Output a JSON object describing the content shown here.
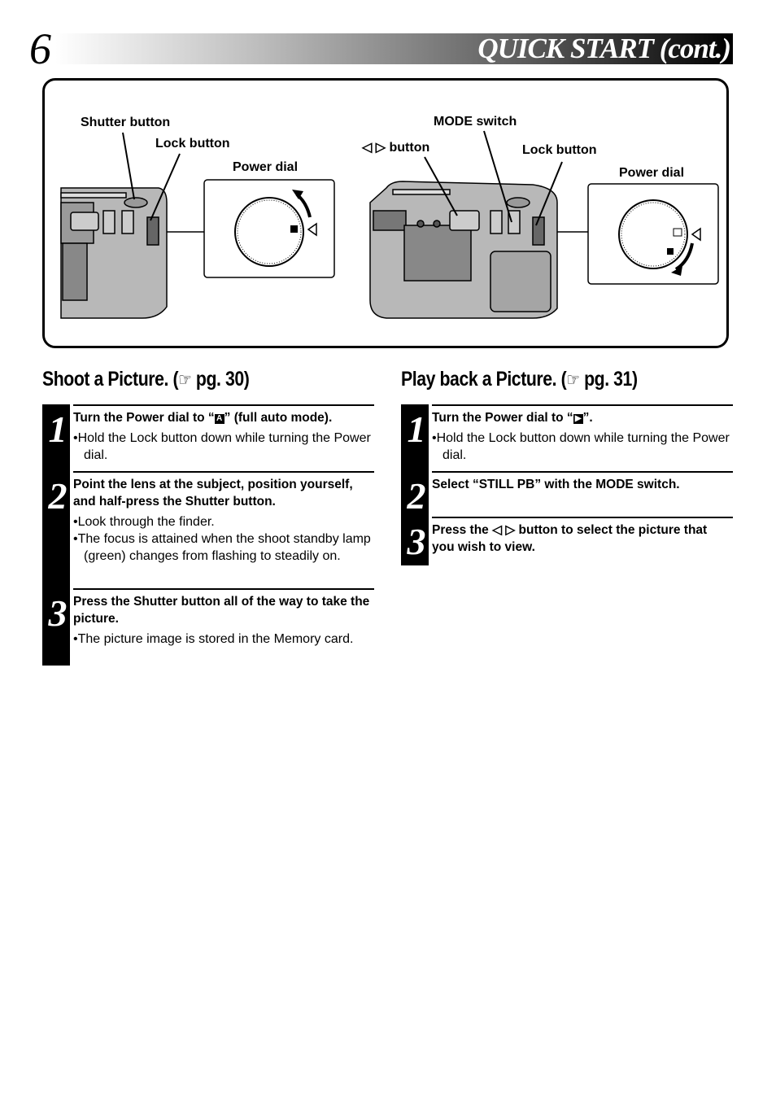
{
  "header": {
    "page_number": "6",
    "title": "QUICK START (cont.)"
  },
  "figure": {
    "left_labels": {
      "shutter_button": "Shutter button",
      "lock_button": "Lock button",
      "power_dial": "Power dial"
    },
    "right_labels": {
      "mode_switch": "MODE switch",
      "arrow_button": "◁ ▷ button",
      "lock_button": "Lock button",
      "power_dial": "Power dial"
    }
  },
  "shoot": {
    "title": "Shoot a Picture. (",
    "hand_icon": "☞",
    "page_ref": " pg. 30)",
    "steps": [
      {
        "num": "1",
        "head_pre": "Turn the Power dial to “",
        "head_icon": "A",
        "head_post": "” (full auto mode).",
        "bullets": [
          "•Hold the Lock button down while turning the Power dial."
        ]
      },
      {
        "num": "2",
        "head": "Point the lens at the subject, position yourself, and half-press the Shutter button.",
        "bullets": [
          "•Look through the finder.",
          "•The focus is attained when the shoot standby lamp (green) changes from flashing to steadily on."
        ]
      },
      {
        "num": "3",
        "head": "Press the Shutter button all of the way to take the picture.",
        "bullets": [
          "•The picture image is stored in the Memory card."
        ]
      }
    ]
  },
  "playback": {
    "title": "Play back a Picture. (",
    "hand_icon": "☞",
    "page_ref": " pg. 31)",
    "steps": [
      {
        "num": "1",
        "head_pre": "Turn the Power dial to “",
        "head_icon": "▶",
        "head_post": "”.",
        "bullets": [
          "•Hold the Lock button down while turning the Power dial."
        ]
      },
      {
        "num": "2",
        "head": "Select “STILL PB” with the MODE switch."
      },
      {
        "num": "3",
        "head": "Press the ◁ ▷ button to select the picture that you wish to view."
      }
    ]
  }
}
